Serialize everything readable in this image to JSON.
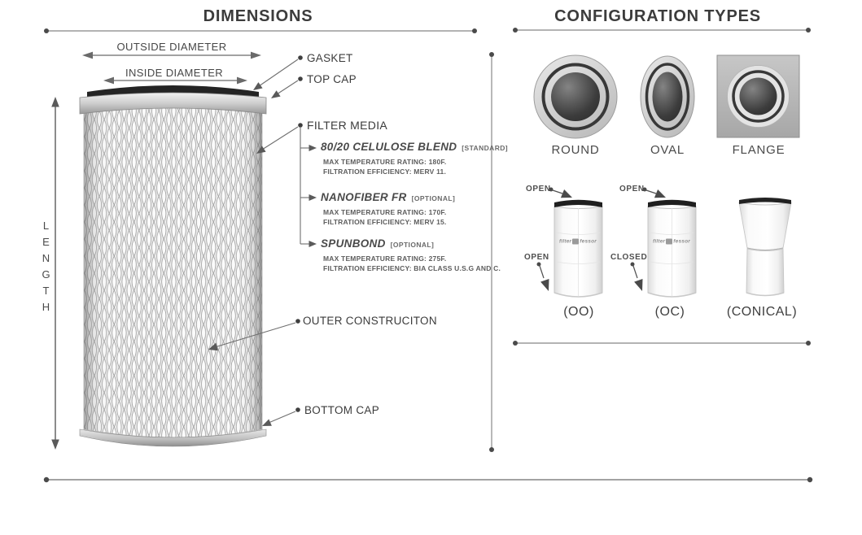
{
  "dimensions": {
    "title": "DIMENSIONS",
    "length_label": "LENGTH",
    "outside_diameter": "OUTSIDE DIAMETER",
    "inside_diameter": "INSIDE DIAMETER",
    "gasket": "GASKET",
    "top_cap": "TOP CAP",
    "filter_media": "FILTER MEDIA",
    "outer_construction": "OUTER CONSTRUCITON",
    "bottom_cap": "BOTTOM CAP",
    "media_options": [
      {
        "name": "80/20 CELULOSE BLEND",
        "tag": "[STANDARD]",
        "specs": [
          "MAX TEMPERATURE RATING: 180F.",
          "FILTRATION EFFICIENCY: MERV 11."
        ]
      },
      {
        "name": "NANOFIBER FR",
        "tag": "[OPTIONAL]",
        "specs": [
          "MAX TEMPERATURE RATING: 170F.",
          "FILTRATION EFFICIENCY: MERV 15."
        ]
      },
      {
        "name": "SPUNBOND",
        "tag": "[OPTIONAL]",
        "specs": [
          "MAX TEMPERATURE RATING: 275F.",
          "FILTRATION EFFICIENCY: BIA CLASS U.S.G AND C."
        ]
      }
    ]
  },
  "configuration": {
    "title": "CONFIGURATION TYPES",
    "shape_labels": [
      "ROUND",
      "OVAL",
      "FLANGE"
    ],
    "cartridge_labels": [
      "(OO)",
      "(OC)",
      "(CONICAL)"
    ],
    "port_labels": {
      "oo_top": "OPEN",
      "oo_bottom": "OPEN",
      "oc_top": "OPEN",
      "oc_bottom": "CLOSED"
    },
    "brand": {
      "prefix": "filter",
      "suffix": "fessor"
    }
  },
  "colors": {
    "text": "#3d3d3d",
    "line": "#8c8c8c",
    "gasket_black": "#242424",
    "ring_dark": "#383838"
  }
}
